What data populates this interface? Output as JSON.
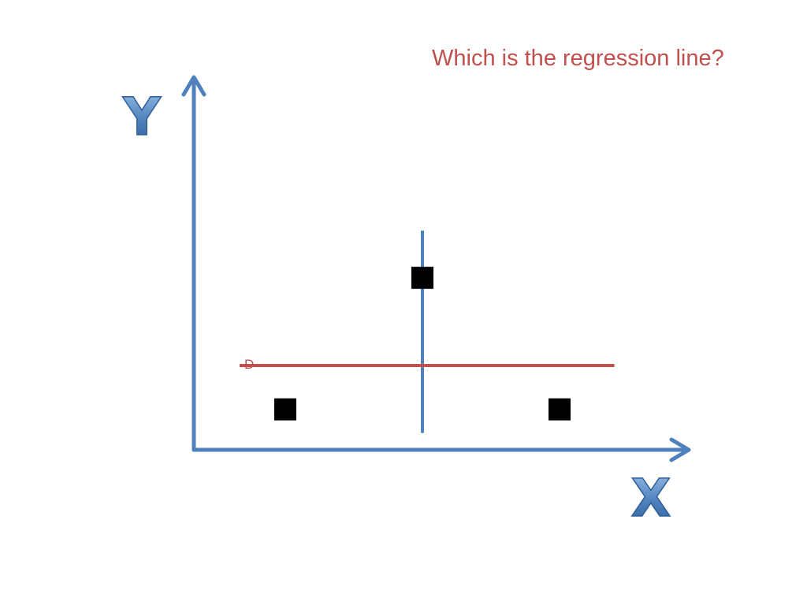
{
  "question": "Which is the regression line?",
  "chart_data": {
    "type": "scatter",
    "xlabel": "X",
    "ylabel": "Y",
    "xlim": [
      0,
      10
    ],
    "ylim": [
      0,
      10
    ],
    "grid": false,
    "points": [
      {
        "x": 2,
        "y": 1.2
      },
      {
        "x": 5,
        "y": 5.1
      },
      {
        "x": 8,
        "y": 1.2
      }
    ],
    "lines": [
      {
        "label": "",
        "orientation": "vertical",
        "x": 5,
        "from": 0.5,
        "to": 6.5,
        "color": "#4f81bd"
      },
      {
        "label": "D",
        "orientation": "horizontal",
        "y": 2.5,
        "from": 1.0,
        "to": 9.2,
        "color": "#c0504d"
      }
    ]
  },
  "colors": {
    "axis": "#4f81bd",
    "question": "#c0504d",
    "point": "#000000"
  }
}
